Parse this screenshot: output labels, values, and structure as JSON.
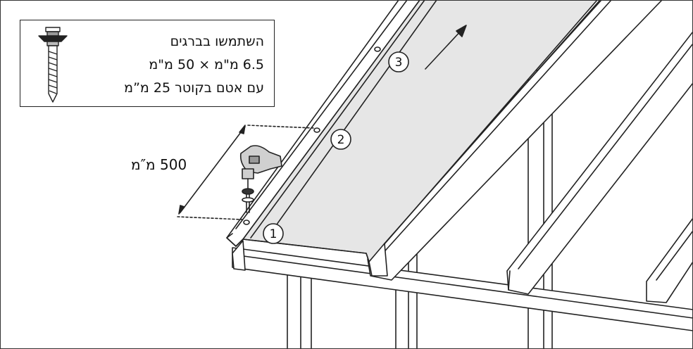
{
  "legend": {
    "line1": "השתמשו בברגים",
    "line2": "6.5 מ\"מ × 50 מ\"מ",
    "line3": "עם אטם בקוטר 25 מ”מ"
  },
  "dimension": {
    "label": "500 מ″מ"
  },
  "steps": [
    "1",
    "2",
    "3"
  ],
  "icons": {
    "screw": "screw-with-washer-icon",
    "drill": "power-drill-icon",
    "arrow": "direction-arrow-icon"
  },
  "colors": {
    "line": "#222222",
    "sheet": "#e6e6e6",
    "background": "#ffffff"
  }
}
